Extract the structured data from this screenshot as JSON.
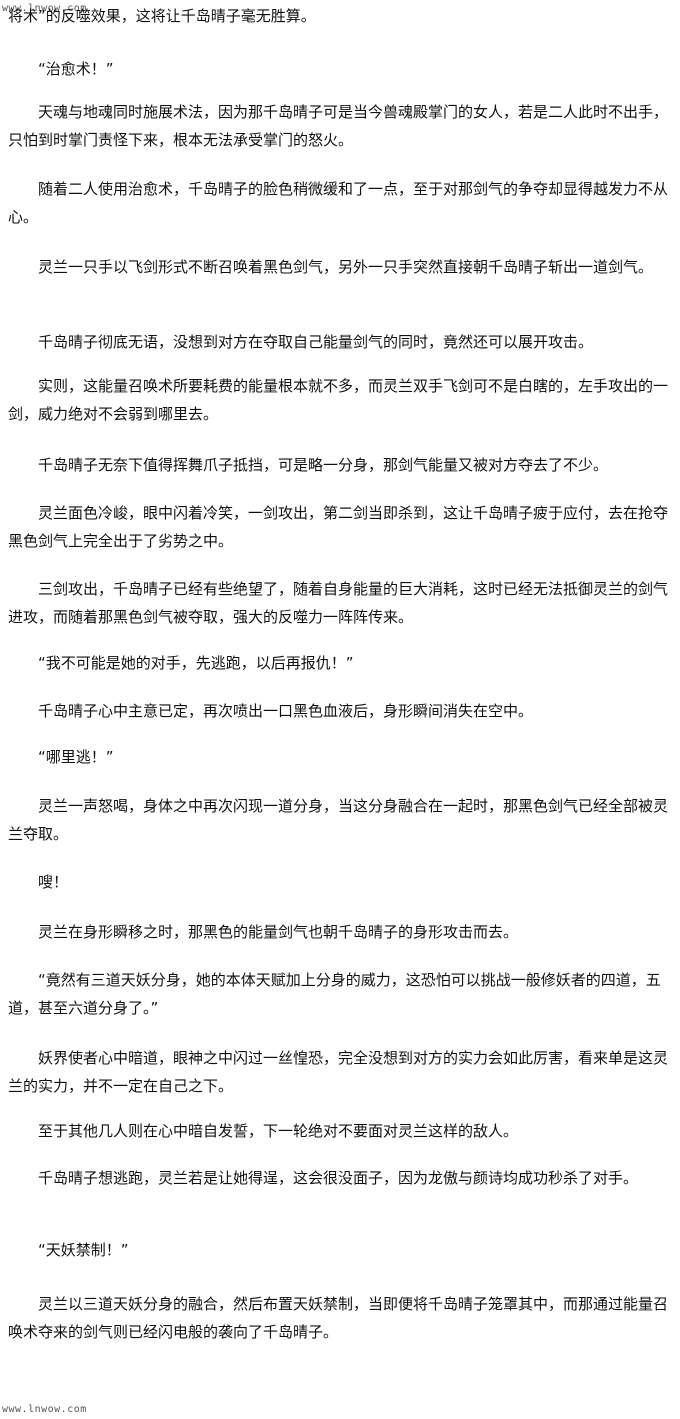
{
  "watermark": {
    "top": "www.lnwow.com",
    "bottom": "www.lnwow.com"
  },
  "paragraphs": [
    "将术”的反噬效果，这将让千岛晴子毫无胜算。",
    "“治愈术！”",
    "天魂与地魂同时施展术法，因为那千岛晴子可是当今兽魂殿掌门的女人，若是二人此时不出手，只怕到时掌门责怪下来，根本无法承受掌门的怒火。",
    "随着二人使用治愈术，千岛晴子的脸色稍微缓和了一点，至于对那剑气的争夺却显得越发力不从心。",
    "灵兰一只手以飞剑形式不断召唤着黑色剑气，另外一只手突然直接朝千岛晴子斩出一道剑气。",
    "千岛晴子彻底无语，没想到对方在夺取自己能量剑气的同时，竟然还可以展开攻击。",
    "实则，这能量召唤术所要耗费的能量根本就不多，而灵兰双手飞剑可不是白瞎的，左手攻出的一剑，威力绝对不会弱到哪里去。",
    "千岛晴子无奈下值得挥舞爪子抵挡，可是略一分身，那剑气能量又被对方夺去了不少。",
    "灵兰面色冷峻，眼中闪着冷笑，一剑攻出，第二剑当即杀到，这让千岛晴子疲于应付，去在抢夺黑色剑气上完全出于了劣势之中。",
    "三剑攻出，千岛晴子已经有些绝望了，随着自身能量的巨大消耗，这时已经无法抵御灵兰的剑气进攻，而随着那黑色剑气被夺取，强大的反噬力一阵阵传来。",
    "“我不可能是她的对手，先逃跑，以后再报仇！”",
    "千岛晴子心中主意已定，再次喷出一口黑色血液后，身形瞬间消失在空中。",
    "“哪里逃！”",
    "灵兰一声怒喝，身体之中再次闪现一道分身，当这分身融合在一起时，那黑色剑气已经全部被灵兰夺取。",
    "嗖！",
    "灵兰在身形瞬移之时，那黑色的能量剑气也朝千岛晴子的身形攻击而去。",
    "“竟然有三道天妖分身，她的本体天赋加上分身的威力，这恐怕可以挑战一般修妖者的四道，五道，甚至六道分身了。”",
    "妖界使者心中暗道，眼神之中闪过一丝惶恐，完全没想到对方的实力会如此厉害，看来单是这灵兰的实力，并不一定在自己之下。",
    "至于其他几人则在心中暗自发誓，下一轮绝对不要面对灵兰这样的敌人。",
    "千岛晴子想逃跑，灵兰若是让她得逞，这会很没面子，因为龙傲与颜诗均成功秒杀了对手。",
    "“天妖禁制！”",
    "灵兰以三道天妖分身的融合，然后布置天妖禁制，当即便将千岛晴子笼罩其中，而那通过能量召唤术夺来的剑气则已经闪电般的袭向了千岛晴子。"
  ]
}
